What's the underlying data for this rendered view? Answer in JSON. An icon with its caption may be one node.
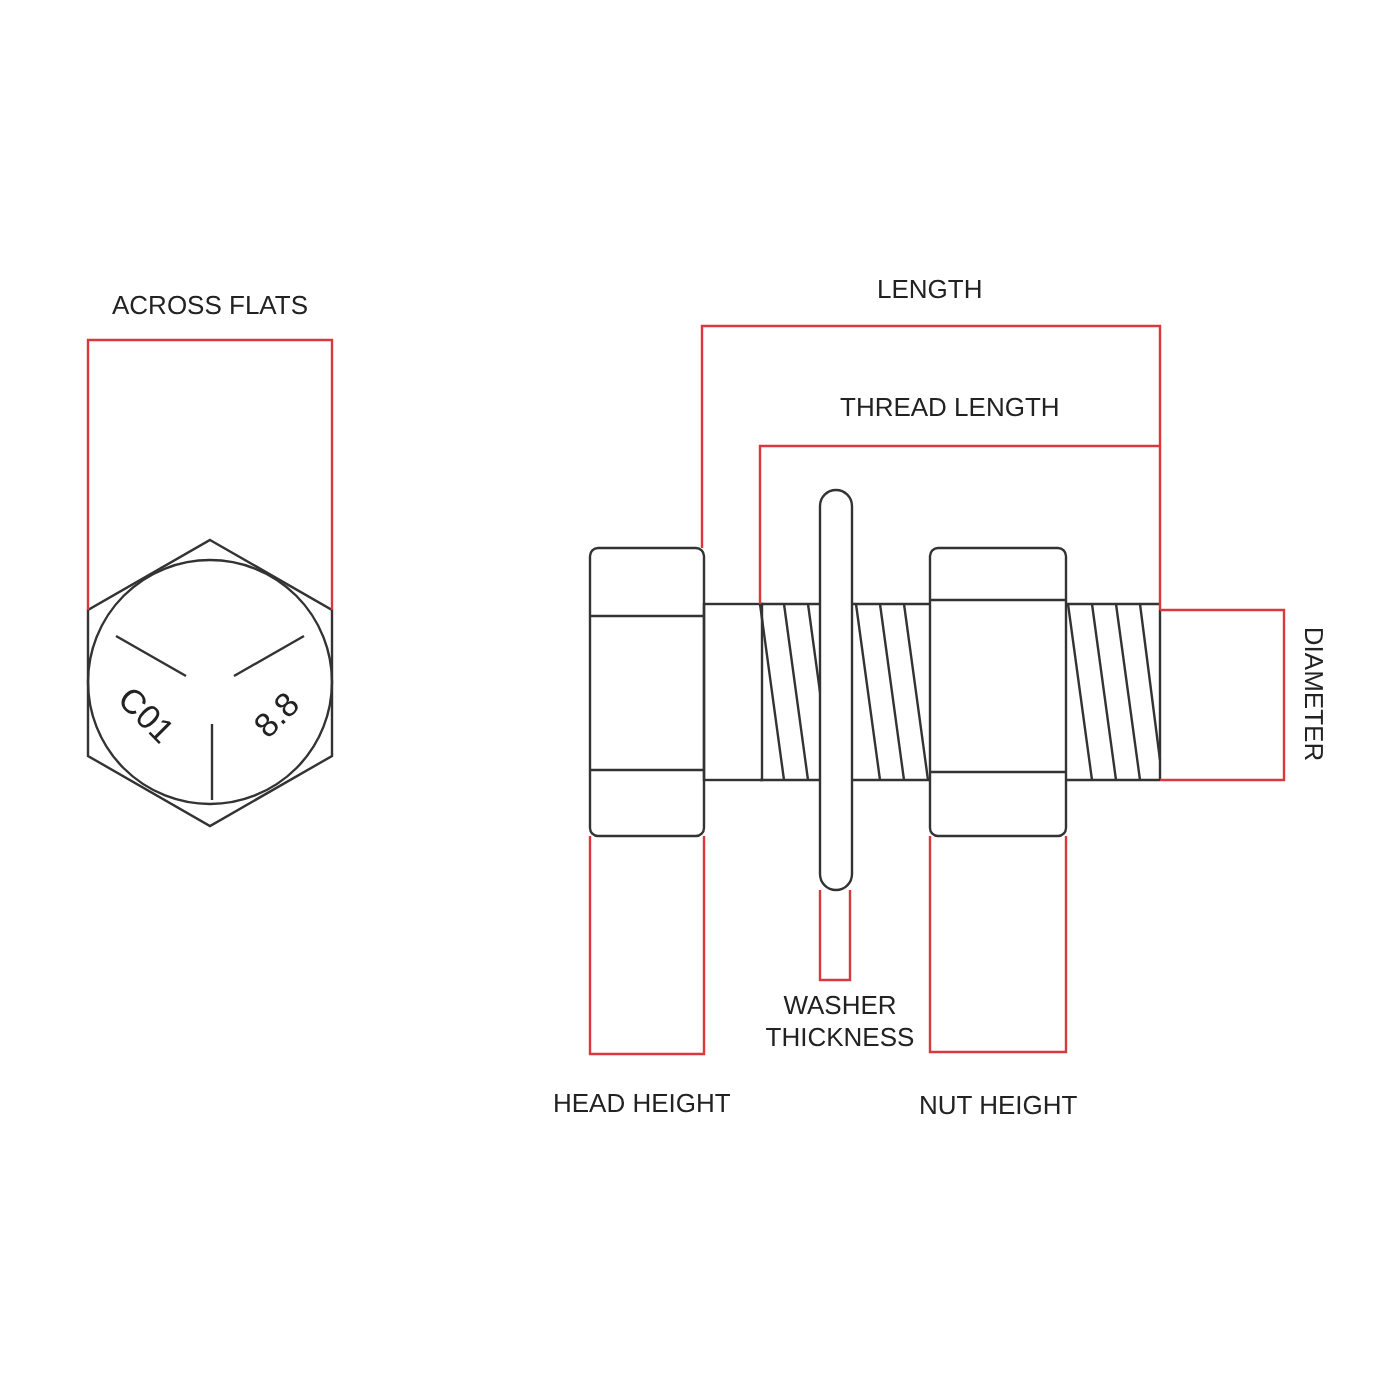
{
  "diagram": {
    "labels": [
      "LENGTH",
      "ACROSS FLATS",
      "THREAD LENGTH",
      "C01",
      "8.8",
      "DIAMETER",
      "WASHER THICKNESS",
      "HEAD HEIGHT",
      "NUT HEIGHT"
    ]
  }
}
